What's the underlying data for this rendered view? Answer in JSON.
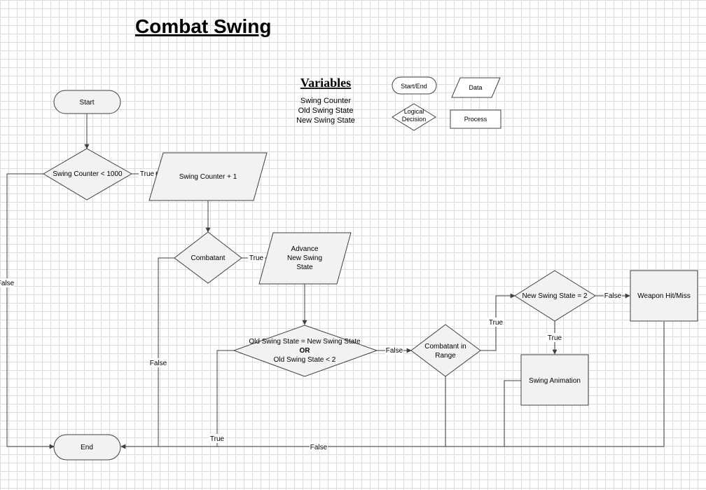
{
  "title": "Combat Swing",
  "variables": {
    "heading": "Variables",
    "items": [
      "Swing Counter",
      "Old Swing State",
      "New Swing State"
    ]
  },
  "legend": {
    "start_end": "Start/End",
    "data": "Data",
    "decision_line1": "Logical",
    "decision_line2": "Decision",
    "process": "Process"
  },
  "nodes": {
    "start": "Start",
    "end": "End",
    "swing_counter_check": "Swing Counter < 1000",
    "swing_counter_inc": "Swing Counter + 1",
    "combatant": "Combatant",
    "advance_line1": "Advance",
    "advance_line2": "New Swing",
    "advance_line3": "State",
    "state_check_line1": "Old Swing State = New Swing State",
    "state_check_line2": "OR",
    "state_check_line3": "Old Swing State < 2",
    "in_range_line1": "Combatant in",
    "in_range_line2": "Range",
    "new_state_2": "New Swing State = 2",
    "weapon_hit": "Weapon Hit/Miss",
    "swing_animation": "Swing Animation"
  },
  "edges": {
    "true": "True",
    "false": "False"
  }
}
